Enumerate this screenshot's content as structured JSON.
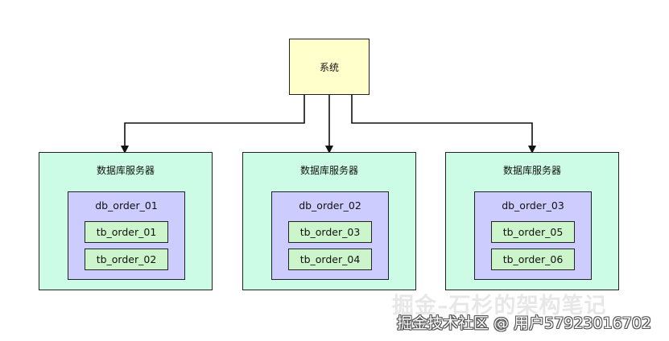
{
  "diagram": {
    "system": {
      "label": "系统"
    },
    "servers": [
      {
        "title": "数据库服务器",
        "database": {
          "name": "db_order_01",
          "tables": [
            "tb_order_01",
            "tb_order_02"
          ]
        }
      },
      {
        "title": "数据库服务器",
        "database": {
          "name": "db_order_02",
          "tables": [
            "tb_order_03",
            "tb_order_04"
          ]
        }
      },
      {
        "title": "数据库服务器",
        "database": {
          "name": "db_order_03",
          "tables": [
            "tb_order_05",
            "tb_order_06"
          ]
        }
      }
    ]
  },
  "watermarks": {
    "line1": "掘金–石杉的架构笔记",
    "line2": "掘金技术社区 @ 用户57923016702"
  },
  "colors": {
    "system_fill": "#ffffcc",
    "server_fill": "#ccfce6",
    "database_fill": "#ccccff",
    "table_fill": "#ccf5cc",
    "stroke": "#222222"
  }
}
